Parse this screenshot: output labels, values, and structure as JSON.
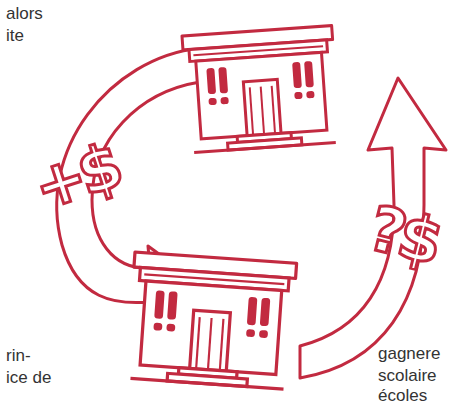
{
  "diagram": {
    "labels": [
      "alors",
      "ite",
      "rin-",
      "ice de",
      "gagnere",
      "scolaire",
      "écoles",
      "+$",
      "?$"
    ]
  }
}
